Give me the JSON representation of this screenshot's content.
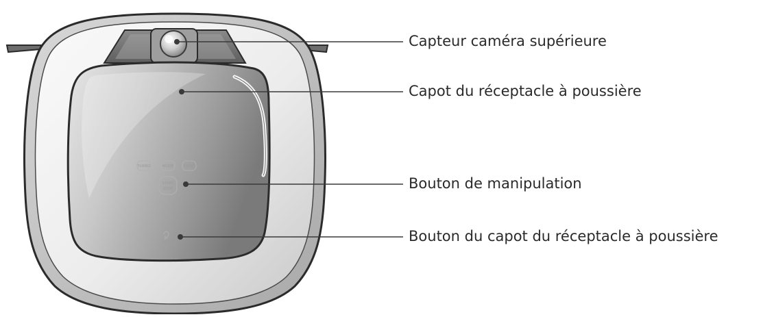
{
  "robot": {
    "buttons": {
      "turbo": "TURBO",
      "mode": "MODE",
      "home": "HOME",
      "start_stop_line1": "START",
      "start_stop_line2": "STOP",
      "push": "PUSH"
    }
  },
  "callouts": [
    {
      "id": "camera",
      "label": "Capteur caméra supérieure"
    },
    {
      "id": "dust-cover",
      "label": "Capot du réceptacle à poussière"
    },
    {
      "id": "control-button",
      "label": "Bouton de manipulation"
    },
    {
      "id": "dust-cover-button",
      "label": "Bouton du capot du réceptacle à poussière"
    }
  ],
  "colors": {
    "outline": "#2b2b2b",
    "body_light": "#f3f3f3",
    "lid_dark": "#8e8e8e",
    "lid_light": "#dcdcdc",
    "leader_line": "#3a3a3a"
  }
}
